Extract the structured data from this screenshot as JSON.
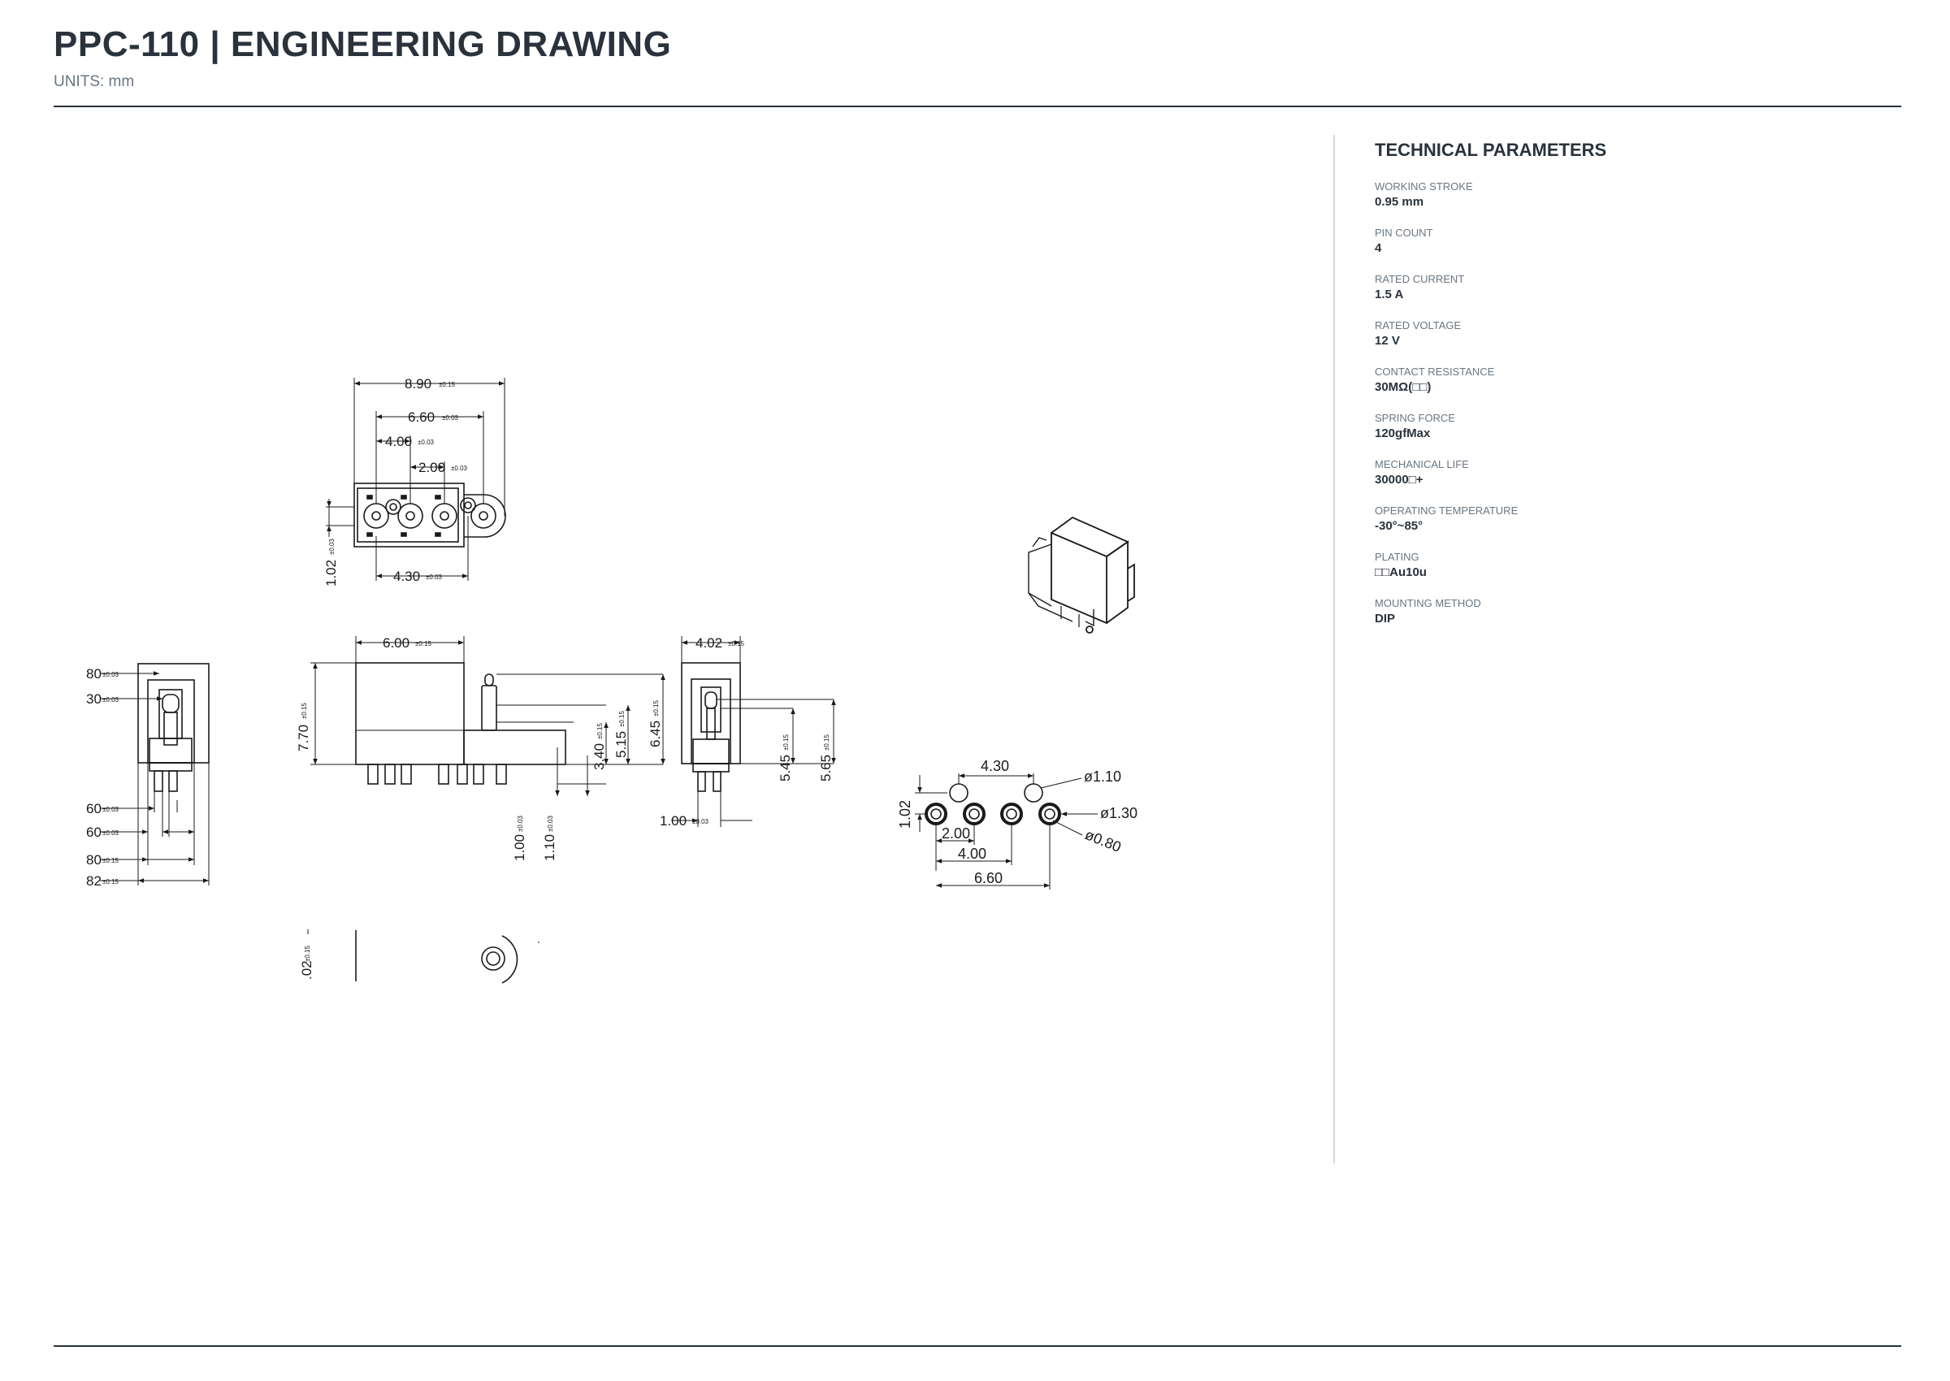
{
  "header": {
    "title": "PPC-110  |  ENGINEERING DRAWING",
    "units": "UNITS: mm"
  },
  "params": {
    "title": "TECHNICAL PARAMETERS",
    "items": [
      {
        "label": "WORKING STROKE",
        "value": "0.95 mm"
      },
      {
        "label": "PIN COUNT",
        "value": "4"
      },
      {
        "label": "RATED CURRENT",
        "value": "1.5 A"
      },
      {
        "label": "RATED VOLTAGE",
        "value": "12 V"
      },
      {
        "label": "CONTACT RESISTANCE",
        "value": "30MΩ(□□)"
      },
      {
        "label": "SPRING FORCE",
        "value": "120gfMax"
      },
      {
        "label": "MECHANICAL LIFE",
        "value": "30000□+"
      },
      {
        "label": "OPERATING TEMPERATURE",
        "value": "-30°~85°"
      },
      {
        "label": "PLATING",
        "value": "□□Au10u"
      },
      {
        "label": "MOUNTING METHOD",
        "value": "DIP"
      }
    ]
  },
  "drawing": {
    "top_view": {
      "d1": "8.90",
      "t1": "±0.15",
      "d2": "6.60",
      "t2": "±0.03",
      "d3": "4.00",
      "t3": "±0.03",
      "d4": "2.00",
      "t4": "±0.03",
      "d5": "1.02",
      "t5": "±0.03",
      "d6": "4.30",
      "t6": "±0.03"
    },
    "side_left": {
      "a": "80",
      "ta": "±0.03",
      "b": "30",
      "tb": "±0.03",
      "c": "60",
      "tc": "±0.03",
      "d": "60",
      "td": "±0.03",
      "e": "80",
      "te": "±0.15",
      "f": "82",
      "tf": "±0.15"
    },
    "front_view": {
      "w": "6.00",
      "tw": "±0.15",
      "h": "7.70",
      "th": "±0.15",
      "a": "3.40",
      "ta": "±0.15",
      "b": "5.15",
      "tb": "±0.15",
      "c": "6.45",
      "tc": "±0.15",
      "p1": "1.00",
      "tp1": "±0.03",
      "p2": "1.10",
      "tp2": "±0.03"
    },
    "side_right": {
      "w": "4.02",
      "tw": "±0.15",
      "a": "5.45",
      "ta": "±0.15",
      "b": "5.65",
      "tb": "±0.15",
      "p": "1.00",
      "tp": "±0.03"
    },
    "footprint": {
      "d1": "4.30",
      "d2": "ø1.10",
      "d3": "ø1.30",
      "d4": "ø0.80",
      "d5": "1.02",
      "d6": "2.00",
      "d7": "4.00",
      "d8": "6.60"
    },
    "bottom_view": {
      "a": ".02",
      "ta": "±0.15"
    }
  }
}
